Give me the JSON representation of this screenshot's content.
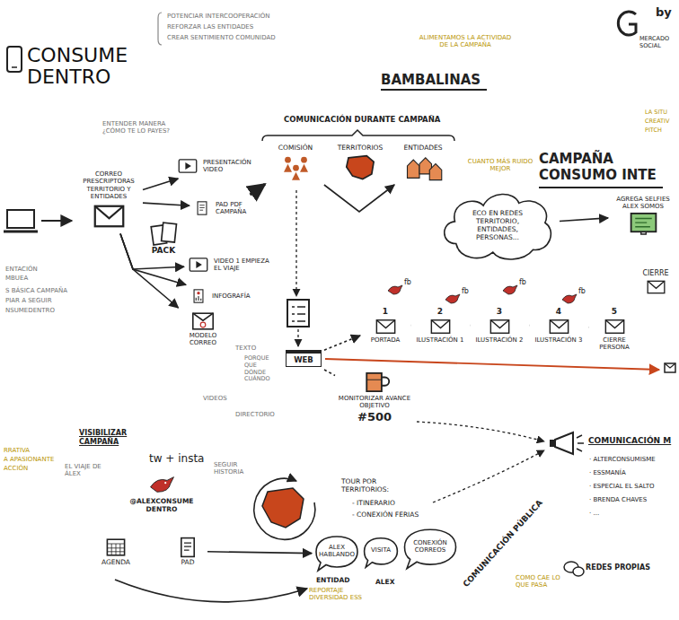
{
  "diagram": {
    "title": "CONSUME DENTRO",
    "nodes": [
      {
        "text": [
          "CORREO PRESCRIPTORAS TERRITORIO Y ENTIDADES"
        ]
      },
      {
        "text": [
          "PACK"
        ]
      },
      {
        "text": [
          "PRESENTACIÓN VIDEO"
        ]
      },
      {
        "text": [
          "PAD PDF CAMPAÑA"
        ]
      },
      {
        "text": [
          "VIDEO 1 EMPIEZA EL VIAJE"
        ]
      },
      {
        "text": [
          "INFOGRAFÍA"
        ]
      },
      {
        "text": [
          "MODELO CORREO"
        ]
      },
      {
        "text": [
          "COMISIÓN"
        ]
      },
      {
        "text": [
          "TERRITORIOS"
        ]
      },
      {
        "text": [
          "ENTIDADES"
        ]
      },
      {
        "text": [
          "ECO EN REDES TERRITORIO, ENTIDADES, PERSONAS..."
        ]
      },
      {
        "text": [
          "AGREGA SELFIES ALEX SOMOS"
        ]
      },
      {
        "text": [
          "CIERRE"
        ]
      },
      {
        "text": [
          "WEB"
        ]
      },
      {
        "text": [
          "1",
          "PORTADA"
        ]
      },
      {
        "text": [
          "2",
          "ILUSTRACIÓN 1"
        ]
      },
      {
        "text": [
          "3",
          "ILUSTRACIÓN 2"
        ]
      },
      {
        "text": [
          "4",
          "ILUSTRACIÓN 3"
        ]
      },
      {
        "text": [
          "5",
          "CIERRE PERSONA"
        ]
      },
      {
        "text": [
          "MONITORIZAR AVANCE OBJETIVO",
          "#500"
        ]
      },
      {
        "text": [
          "@ALEXCONSUME DENTRO"
        ]
      },
      {
        "text": [
          "AGENDA"
        ]
      },
      {
        "text": [
          "PAD"
        ]
      },
      {
        "text": [
          "ALEX HABLANDO"
        ]
      },
      {
        "text": [
          "VISITA"
        ]
      },
      {
        "text": [
          "CONEXIÓN CORREOS"
        ]
      }
    ],
    "edges": [
      {
        "from": 0,
        "to": 2,
        "arrow": "to"
      },
      {
        "from": 0,
        "to": 3,
        "arrow": "to"
      },
      {
        "from": 0,
        "to": 4,
        "arrow": "to"
      },
      {
        "from": 0,
        "to": 5,
        "arrow": "to"
      },
      {
        "from": 0,
        "to": 6,
        "arrow": "to"
      },
      {
        "from": 3,
        "to": 7,
        "arrow": "to"
      },
      {
        "from": 7,
        "to": 9,
        "arrow": "to"
      },
      {
        "from": 10,
        "to": 11,
        "arrow": "to"
      },
      {
        "from": 14,
        "to": 15,
        "arrow": "none"
      },
      {
        "from": 15,
        "to": 16,
        "arrow": "none"
      },
      {
        "from": 16,
        "to": 17,
        "arrow": "none"
      },
      {
        "from": 17,
        "to": 18,
        "arrow": "none"
      },
      {
        "from": 13,
        "to": 14,
        "arrow": "to"
      },
      {
        "from": 13,
        "to": 19,
        "arrow": "none"
      },
      {
        "from": 22,
        "to": 23,
        "arrow": "to"
      }
    ],
    "labels": [
      "POTENCIAR INTERCOOPERACIÓN",
      "REFORZAR LAS ENTIDADES",
      "CREAR SENTIMIENTO COMUNIDAD",
      "by",
      "MERCADO SOCIAL",
      "ALIMENTAMOS LA ACTIVIDAD DE LA CAMPAÑA",
      "BAMBALINAS",
      "ENTENDER MANERA ¿CÓMO TE LO PAYES?",
      "COMUNICACIÓN DURANTE CAMPAÑA",
      "CUANTO MÁS RUIDO MEJOR",
      "CAMPAÑA CONSUMO INTE",
      "LA SITU",
      "CREATIV",
      "PITCH",
      "ENTACIÓN",
      "MBUEA",
      "S BÁSICA CAMPAÑA",
      "PIAR A SEGUIR",
      "NSUMEDENTRO",
      "fb",
      "fb",
      "fb",
      "fb",
      "TEXTO",
      "PORQUE QUE DÓNDE CUÁNDO",
      "VIDEOS",
      "DIRECTORIO",
      "RRATIVA",
      "A APASIONANTE",
      "ACCIÓN",
      "VISIBILIZAR CAMPAÑA",
      "EL VIAJE DE ÁLEX",
      "tw + insta",
      "SEGUIR HISTORIA",
      "TOUR POR TERRITORIOS:",
      "- ITINERARIO",
      "- CONEXIÓN FERIAS",
      "ENTIDAD",
      "REPORTAJE DIVERSIDAD ESS",
      "ALEX",
      "COMUNICACIÓN PÚBLICA",
      "COMO CAE LO QUE PASA",
      "COMUNICACIÓN M",
      "· ALTERCONSUMISME",
      "· ESSMANÍA",
      "· ESPECIAL EL SALTO",
      "· BRENDA CHAVES",
      "· ...",
      "REDES PROPIAS"
    ]
  }
}
